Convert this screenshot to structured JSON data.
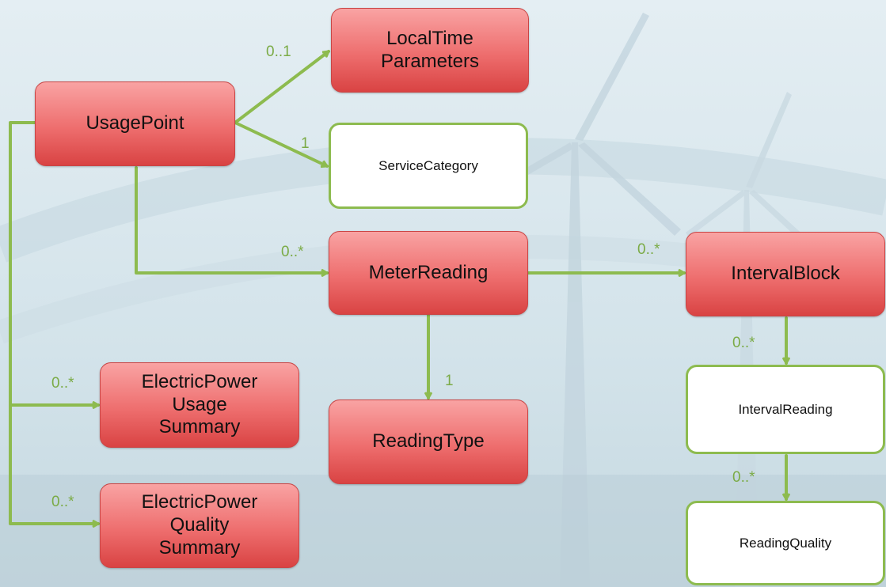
{
  "colors": {
    "background": "#dce9ef",
    "connector": "#8dbb4f",
    "entity_fill": "#ef7070",
    "entity_border": "#c94545",
    "multiplicity_text": "#7bab46"
  },
  "nodes": {
    "local_time_parameters": {
      "lines": [
        "LocalTime",
        "Parameters"
      ]
    },
    "usage_point": {
      "lines": [
        "UsagePoint"
      ]
    },
    "service_category": {
      "lines": [
        "ServiceCategory"
      ]
    },
    "meter_reading": {
      "lines": [
        "MeterReading"
      ]
    },
    "interval_block": {
      "lines": [
        "IntervalBlock"
      ]
    },
    "electric_power_usage_summary": {
      "lines": [
        "ElectricPower",
        "Usage",
        "Summary"
      ]
    },
    "reading_type": {
      "lines": [
        "ReadingType"
      ]
    },
    "interval_reading": {
      "lines": [
        "IntervalReading"
      ]
    },
    "electric_power_quality_summary": {
      "lines": [
        "ElectricPower",
        "Quality",
        "Summary"
      ]
    },
    "reading_quality": {
      "lines": [
        "ReadingQuality"
      ]
    }
  },
  "multiplicities": {
    "local_time": "0..1",
    "service_category": "1",
    "meter_reading": "0..*",
    "interval_block": "0..*",
    "reading_type": "1",
    "interval_reading": "0..*",
    "reading_quality": "0..*",
    "usage_summary": "0..*",
    "quality_summary": "0..*"
  }
}
